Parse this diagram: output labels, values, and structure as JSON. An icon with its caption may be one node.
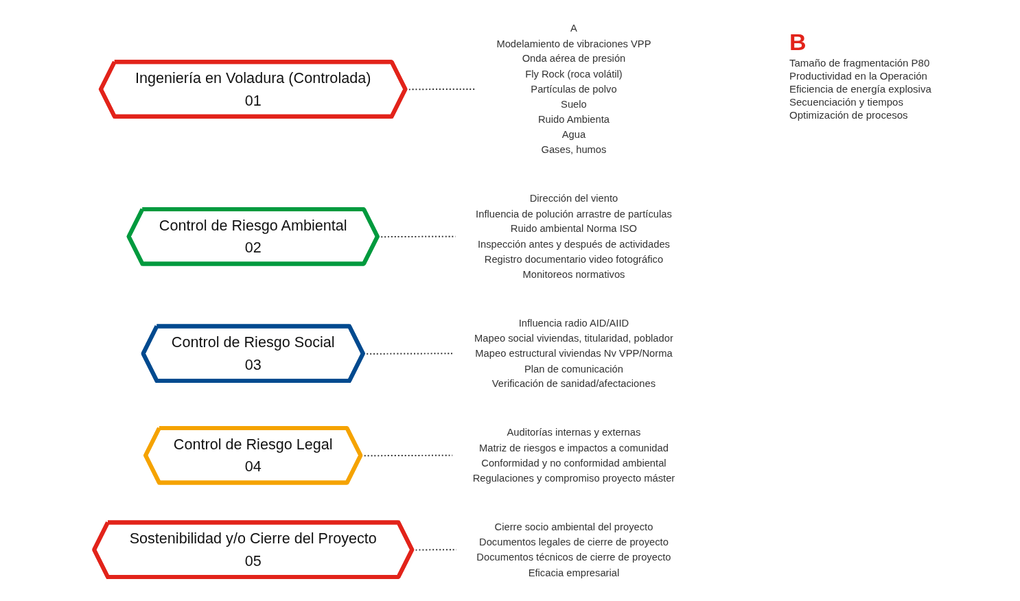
{
  "diagram": {
    "nodes": [
      {
        "text": [
          "Ingeniería en Voladura (Controlada)",
          "01"
        ]
      },
      {
        "text": [
          "A",
          "Modelamiento de vibraciones VPP",
          "Onda aérea de presión",
          "Fly Rock (roca volátil)",
          "Partículas de polvo",
          "Suelo",
          "Ruido Ambienta",
          "Agua",
          "Gases, humos"
        ]
      },
      {
        "text": [
          "Control de Riesgo Ambiental",
          "02"
        ]
      },
      {
        "text": [
          "Dirección del viento",
          "Influencia de polución arrastre de partículas",
          "Ruido ambiental Norma ISO",
          "Inspección antes y después de actividades",
          "Registro documentario video fotográfico",
          "Monitoreos normativos"
        ]
      },
      {
        "text": [
          "Control de Riesgo Social",
          "03"
        ]
      },
      {
        "text": [
          "Influencia radio AID/AIID",
          "Mapeo social viviendas, titularidad, poblador",
          "Mapeo estructural viviendas Nv VPP/Norma",
          "Plan de comunicación",
          "Verificación de sanidad/afectaciones"
        ]
      },
      {
        "text": [
          "Control de Riesgo Legal",
          "04"
        ]
      },
      {
        "text": [
          "Auditorías internas y externas",
          "Matriz de riesgos e impactos a comunidad",
          "Conformidad y no conformidad ambiental",
          "Regulaciones y compromiso proyecto máster"
        ]
      },
      {
        "text": [
          "Sostenibilidad y/o Cierre del Proyecto",
          "05"
        ]
      },
      {
        "text": [
          "Cierre socio ambiental del proyecto",
          "Documentos legales de cierre de proyecto",
          "Documentos técnicos de cierre de proyecto",
          "Eficacia empresarial"
        ]
      }
    ],
    "edges": [
      {
        "from": 0,
        "to": 1,
        "arrow": "none",
        "style": "dashed"
      },
      {
        "from": 2,
        "to": 3,
        "arrow": "none",
        "style": "dashed"
      },
      {
        "from": 4,
        "to": 5,
        "arrow": "none",
        "style": "dashed"
      },
      {
        "from": 6,
        "to": 7,
        "arrow": "none",
        "style": "dashed"
      },
      {
        "from": 8,
        "to": 9,
        "arrow": "none",
        "style": "dashed"
      }
    ],
    "labels": [
      "B",
      "Tamaño de fragmentación P80",
      "Productividad en la Operación",
      "Eficiencia de energía explosiva",
      "Secuenciación y tiempos",
      "Optimización de procesos"
    ]
  }
}
